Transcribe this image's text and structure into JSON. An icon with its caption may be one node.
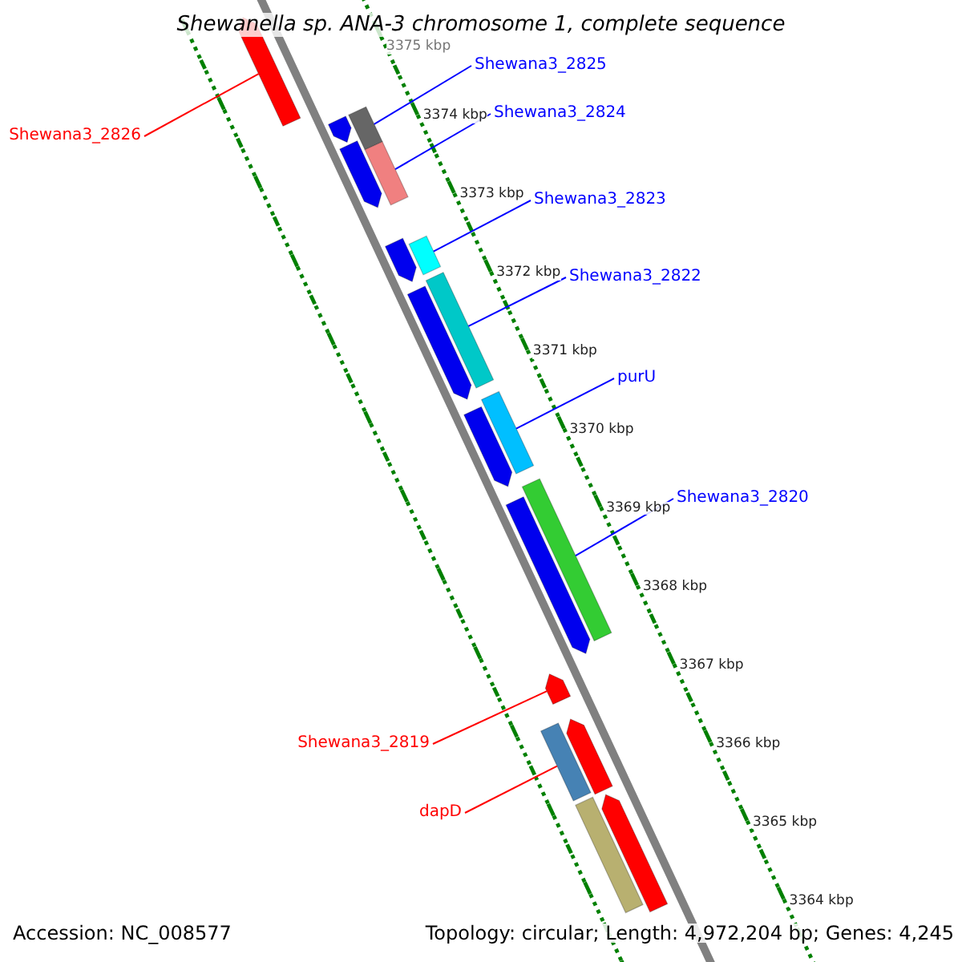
{
  "diagram": {
    "title": "Shewanella sp. ANA-3 chromosome 1, complete sequence",
    "nodes": [
      {
        "text": [
          "Shewana3_2825"
        ]
      },
      {
        "text": [],
        "shape": "bar"
      },
      {
        "text": [
          "Shewana3_2826"
        ]
      },
      {
        "text": [],
        "shape": "arrow"
      },
      {
        "text": [
          "Shewana3_2824"
        ]
      },
      {
        "text": [],
        "shape": "bar"
      },
      {
        "text": [
          "Shewana3_2823"
        ]
      },
      {
        "text": [],
        "shape": "bar"
      },
      {
        "text": [
          "Shewana3_2822"
        ]
      },
      {
        "text": [],
        "shape": "bar"
      },
      {
        "text": [
          "purU"
        ]
      },
      {
        "text": [],
        "shape": "bar"
      },
      {
        "text": [
          "Shewana3_2820"
        ]
      },
      {
        "text": [],
        "shape": "bar"
      },
      {
        "text": [
          "Shewana3_2819"
        ]
      },
      {
        "text": [],
        "shape": "arrow"
      },
      {
        "text": [
          "dapD"
        ]
      },
      {
        "text": [],
        "shape": "bar"
      },
      {
        "text": [],
        "shape": "arrow"
      },
      {
        "text": [],
        "shape": "arrow"
      },
      {
        "text": [],
        "shape": "arrow"
      },
      {
        "text": [],
        "shape": "arrow"
      },
      {
        "text": [],
        "shape": "arrow"
      },
      {
        "text": [],
        "shape": "arrow"
      },
      {
        "text": [],
        "shape": "arrow"
      },
      {
        "text": [],
        "shape": "bar"
      },
      {
        "text": [],
        "shape": "arrow"
      }
    ],
    "edges": [
      {
        "from": 0,
        "to": 1,
        "arrow": "none"
      },
      {
        "from": 2,
        "to": 3,
        "arrow": "none",
        "color": "#ff0000"
      },
      {
        "from": 4,
        "to": 5,
        "arrow": "none"
      },
      {
        "from": 6,
        "to": 7,
        "arrow": "none"
      },
      {
        "from": 8,
        "to": 9,
        "arrow": "none"
      },
      {
        "from": 10,
        "to": 11,
        "arrow": "none"
      },
      {
        "from": 12,
        "to": 13,
        "arrow": "none"
      },
      {
        "from": 14,
        "to": 15,
        "arrow": "none",
        "color": "#ff0000"
      },
      {
        "from": 16,
        "to": 17,
        "arrow": "none",
        "color": "#ff0000"
      }
    ],
    "labels": [
      "3375 kbp",
      "3374 kbp",
      "3373 kbp",
      "3372 kbp",
      "3371 kbp",
      "3370 kbp",
      "3369 kbp",
      "3368 kbp",
      "3367 kbp",
      "3366 kbp",
      "3365 kbp",
      "3364 kbp",
      "Accession: NC_008577",
      "Topology: circular; Length: 4,972,204 bp; Genes: 4,245"
    ]
  }
}
